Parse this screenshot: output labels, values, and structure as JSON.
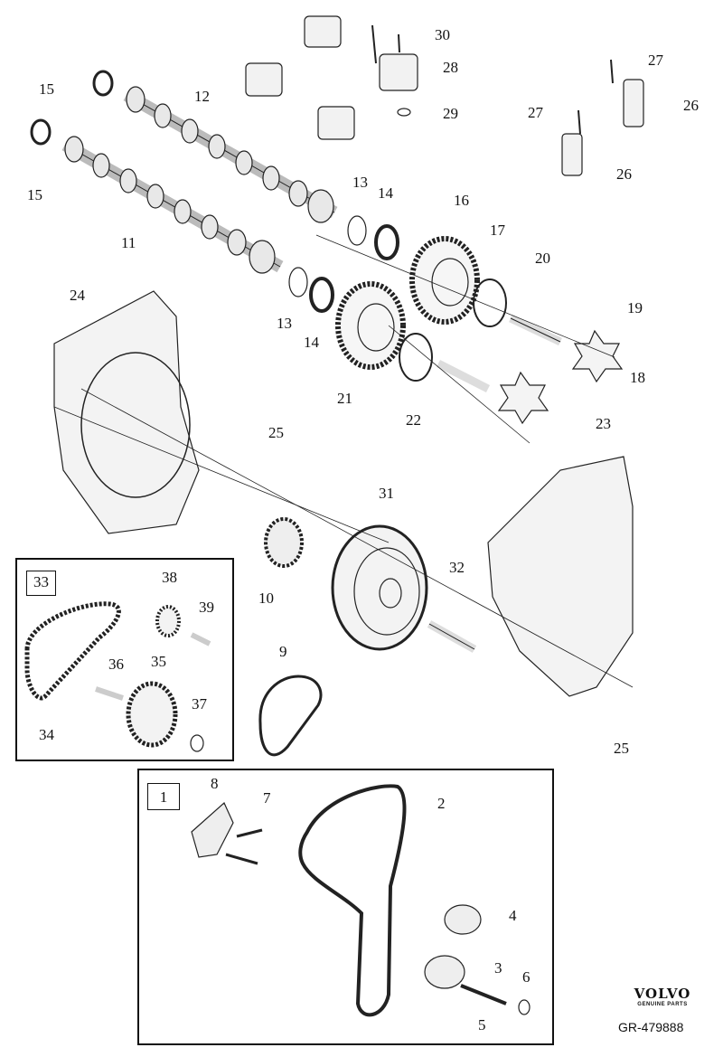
{
  "labels": {
    "p1": "1",
    "p2": "2",
    "p3": "3",
    "p4": "4",
    "p5": "5",
    "p6": "6",
    "p7": "7",
    "p8": "8",
    "p9": "9",
    "p10": "10",
    "p11": "11",
    "p12": "12",
    "p13a": "13",
    "p13b": "13",
    "p14a": "14",
    "p14b": "14",
    "p15a": "15",
    "p15b": "15",
    "p16": "16",
    "p17": "17",
    "p18": "18",
    "p19": "19",
    "p20": "20",
    "p21": "21",
    "p22": "22",
    "p23": "23",
    "p24": "24",
    "p25a": "25",
    "p25b": "25",
    "p26a": "26",
    "p26b": "26",
    "p27a": "27",
    "p27b": "27",
    "p28": "28",
    "p29": "29",
    "p30": "30",
    "p31": "31",
    "p32": "32",
    "p33": "33",
    "p34": "34",
    "p35": "35",
    "p36": "36",
    "p37": "37",
    "p38": "38",
    "p39": "39"
  },
  "brand": {
    "name": "VOLVO",
    "tagline": "GENUINE PARTS"
  },
  "diagram_id": "GR-479888"
}
